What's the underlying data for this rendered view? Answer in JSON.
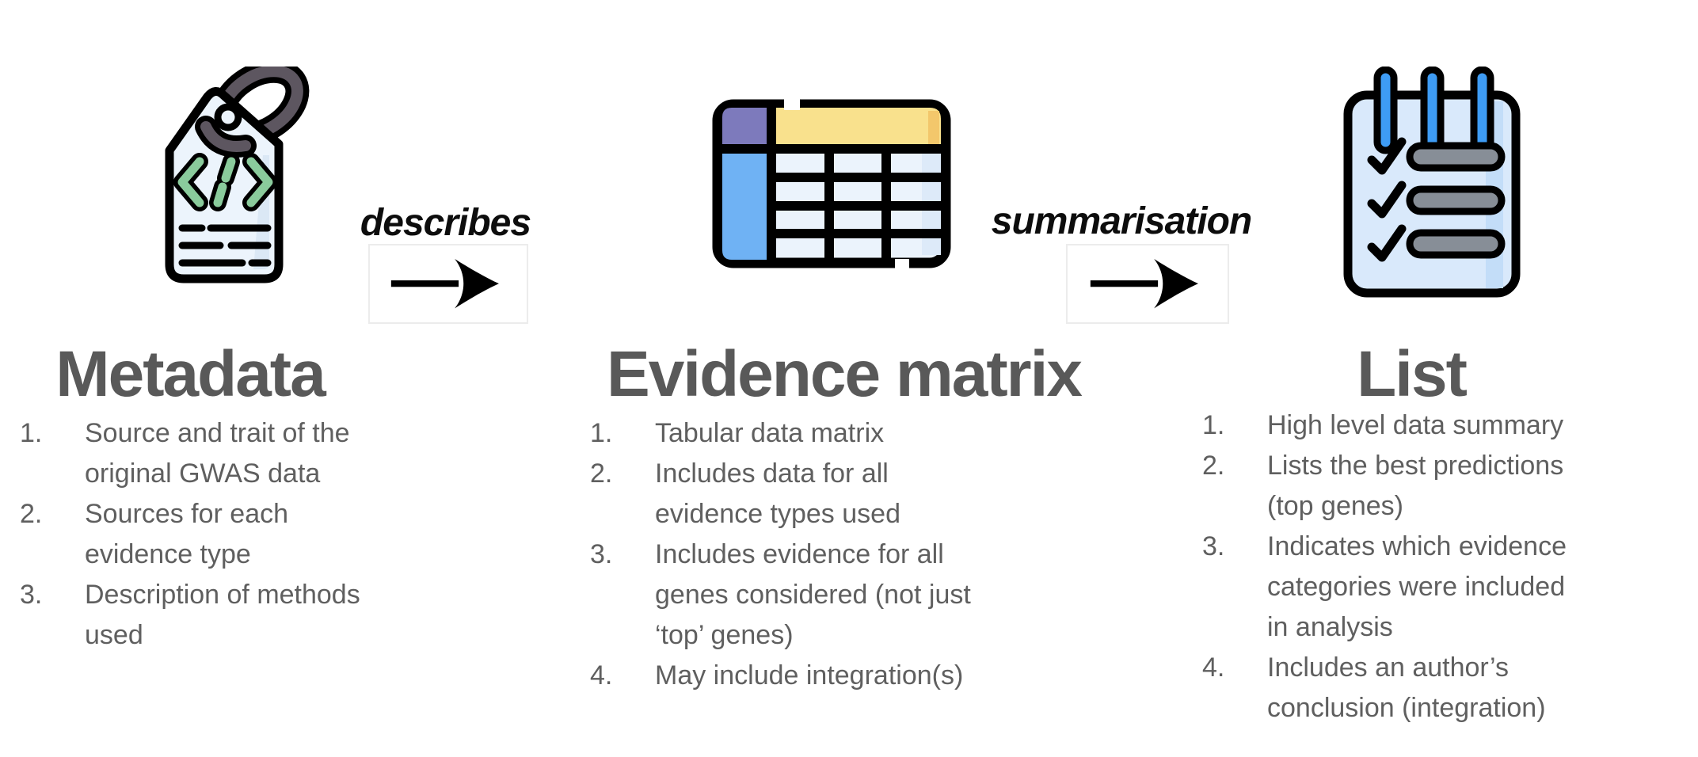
{
  "figure": {
    "type": "flow-diagram",
    "description_visible_only": "Three icons with headings and numbered lists, linked by two labeled arrows"
  },
  "columns": [
    {
      "heading": "Metadata",
      "icon": "tag-code-icon",
      "items": [
        {
          "num": "1.",
          "text": "Source and trait of the original GWAS data"
        },
        {
          "num": "2.",
          "text": "Sources for each evidence type"
        },
        {
          "num": "3.",
          "text": "Description of methods used"
        }
      ]
    },
    {
      "heading": "Evidence matrix",
      "icon": "table-icon",
      "items": [
        {
          "num": "1.",
          "text": "Tabular data matrix"
        },
        {
          "num": "2.",
          "text": "Includes data for all evidence types used"
        },
        {
          "num": "3.",
          "text": "Includes evidence for all genes considered (not just ‘top’ genes)"
        },
        {
          "num": "4.",
          "text": "May include integration(s)"
        }
      ]
    },
    {
      "heading": "List",
      "icon": "notepad-checklist-icon",
      "items": [
        {
          "num": "1.",
          "text": "High level data summary"
        },
        {
          "num": "2.",
          "text": "Lists the best predictions (top genes)"
        },
        {
          "num": "3.",
          "text": "Indicates which evidence categories were included in analysis"
        },
        {
          "num": "4.",
          "text": "Includes an author’s conclusion (integration)"
        }
      ]
    }
  ],
  "arrows": [
    {
      "label": "describes",
      "icon": "arrow-right-icon"
    },
    {
      "label": "summarisation",
      "icon": "arrow-right-icon"
    }
  ],
  "palette": {
    "heading_text": "#595959",
    "body_text": "#5f5f5f",
    "label_text": "#0d0d0d",
    "outline_black": "#000000",
    "tag_fill": "#ecf4fc",
    "tag_ring_gray": "#5d5660",
    "tag_code_green": "#8acb9c",
    "table_cell_blue": "#ebf3fc",
    "table_header_yellow": "#f9e18d",
    "table_header_edge": "#f3c76b",
    "table_corner_purple": "#7d7abc",
    "table_column_blue": "#6fb2f4",
    "notepad_body_blue": "#d9e9fb",
    "notepad_edge_blue": "#c3ddf8",
    "notepad_ring_blue": "#3e9cf5",
    "notepad_bar_gray": "#878e97",
    "arrow_frame_gray": "#ececec"
  }
}
